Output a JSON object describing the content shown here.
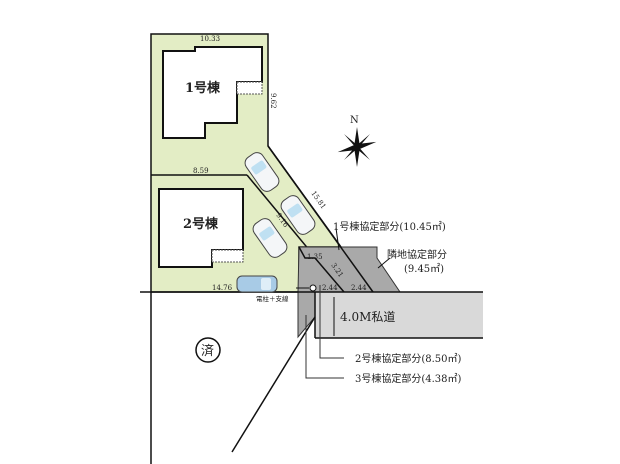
{
  "buildings": [
    {
      "label": "1号棟"
    },
    {
      "label": "2号棟"
    }
  ],
  "dimensions": {
    "lot1_top": "10.33",
    "lot1_right": "9.62",
    "lot2_top": "8.59",
    "lot1_diagonal": "15.81",
    "lot2_diagonal": "9.16",
    "lot2_bottom": "14.76",
    "frontage_a": "1.35",
    "frontage_b": "3.21",
    "frontage_c": "2.44",
    "frontage_d": "2.44"
  },
  "labels": {
    "compass_north": "N",
    "shared_lot1": "1号棟協定部分(10.45㎡)",
    "shared_neighbor_line1": "隣地協定部分",
    "shared_neighbor_line2": "(9.45㎡)",
    "shared_lot2": "2号棟協定部分(8.50㎡)",
    "shared_lot3": "3号棟協定部分(4.38㎡)",
    "road": "4.0M私道",
    "utility_pole": "電柱＋支線",
    "sold_mark": "済"
  },
  "colors": {
    "lot_fill": "#e3edc5",
    "shared_area": "#a9a9a9",
    "road": "#d9d9d9"
  }
}
